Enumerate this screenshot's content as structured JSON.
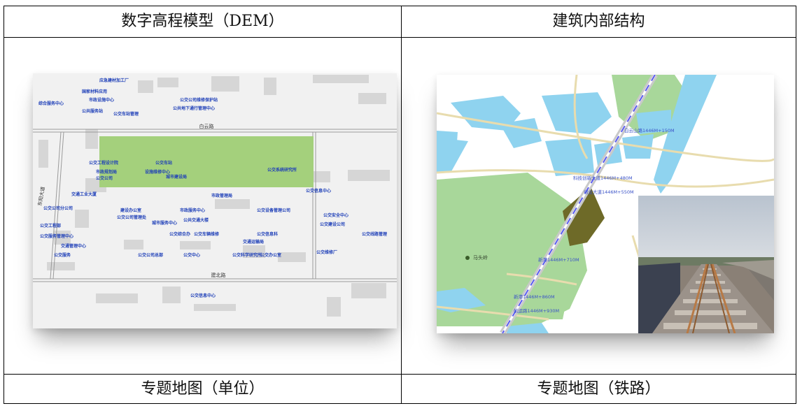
{
  "table": {
    "header_left": "数字高程模型（DEM）",
    "header_right": "建筑内部结构",
    "caption_left": "专题地图（单位）",
    "caption_right": "专题地图（铁路）"
  },
  "left_map": {
    "road_top": "白云路",
    "road_bottom": "建北路",
    "road_vertical": "东阳大道",
    "labels": [
      "应急建材加工厂",
      "国家材料应用",
      "市政设施中心",
      "公交公司维修保护站",
      "公共地下通行管理中心",
      "综合服务中心",
      "公交车站管理",
      "公共服务站",
      "公交工程设计院",
      "市政规划局",
      "公交车站",
      "设施维修中心",
      "公交公司",
      "城市建设局",
      "交通工业大厦",
      "公交公司分公司",
      "建设办公室",
      "市政服务中心",
      "市政管理局",
      "公交系统研究所",
      "公交信息中心",
      "公交公司管理处",
      "城市服务中心",
      "公共交通大楼",
      "公交设备管理公司",
      "公交工程部",
      "公交服务管理中心",
      "公交综合办",
      "公交车辆维修",
      "公交信息科",
      "交通运输局",
      "公交安全中心",
      "公交建设公司",
      "公交线路管理",
      "交通管理中心",
      "公交服务",
      "公交公司总部",
      "公交中心",
      "公交科学研究所",
      "公交办公室",
      "公交维修厂",
      "公交信息中心"
    ]
  },
  "right_map": {
    "labels": [
      "白云山路1446M+150M",
      "科技创新大道1446M+480M",
      "创业大道1446M+550M",
      "马头岭",
      "新港1446M+710M",
      "新港1446M+860M",
      "航运路1446M+930M"
    ]
  }
}
